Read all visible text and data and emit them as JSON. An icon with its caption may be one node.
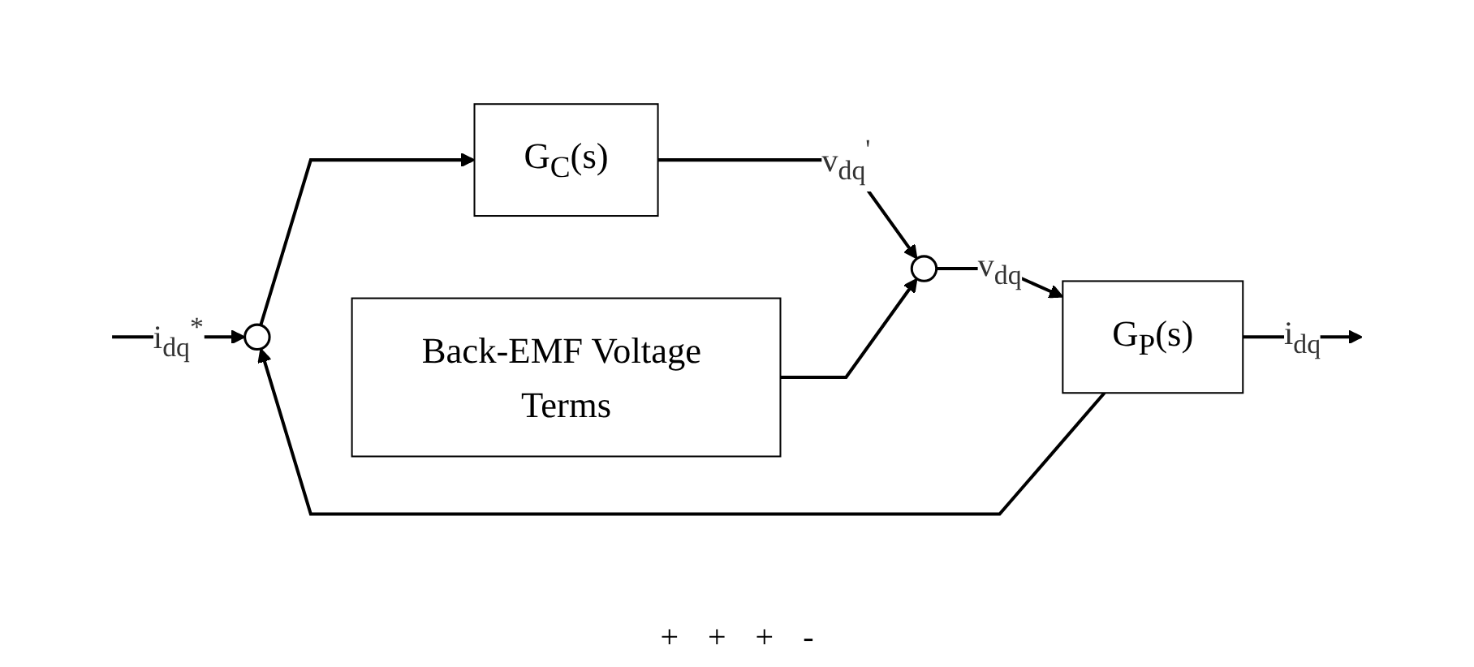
{
  "diagram": {
    "nodes": [
      {
        "text": [
          "Back-EMF Voltage Terms"
        ]
      },
      {
        "text": [],
        "shape": "circle"
      },
      {
        "text": [
          "G$_{C}$(s)"
        ]
      },
      {
        "text": [],
        "shape": "circle"
      },
      {
        "text": [
          "G$_{P}$(s)"
        ]
      }
    ],
    "edges": [
      {
        "from": null,
        "to": 1,
        "arrow": "to",
        "label": "i$_{dq}$$^{*}$"
      },
      {
        "from": 1,
        "to": 2,
        "arrow": "to"
      },
      {
        "from": 2,
        "to": 3,
        "arrow": "to",
        "label": "v$_{dq}$$^{'}$"
      },
      {
        "from": 0,
        "to": 3,
        "arrow": "to"
      },
      {
        "from": 3,
        "to": 4,
        "arrow": "to",
        "label": "v$_{dq}$"
      },
      {
        "from": 4,
        "to": null,
        "arrow": "to",
        "label": "i$_{dq}$"
      },
      {
        "from": 4,
        "to": 1,
        "arrow": "to"
      }
    ],
    "labels": [
      "+",
      "+",
      "+",
      "-"
    ]
  }
}
